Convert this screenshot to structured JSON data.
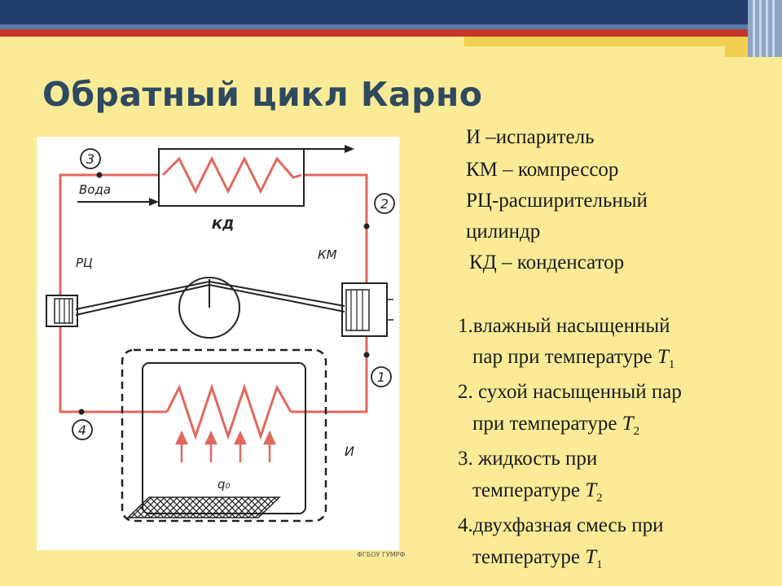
{
  "title": "Обратный цикл Карно",
  "legend": [
    "И –испаритель",
    "КМ – компрессор",
    "РЦ-расширительный",
    "цилиндр",
    "КД – конденсатор"
  ],
  "states": [
    {
      "num": "1.",
      "l1": "влажный насыщенный",
      "l2": "пар при температуре ",
      "t": "T",
      "sub": "1"
    },
    {
      "num": "2. ",
      "l1": "сухой насыщенный пар",
      "l2": "при температуре ",
      "t": "T",
      "sub": "2"
    },
    {
      "num": "3. ",
      "l1": "жидкость при",
      "l2": "температуре ",
      "t": "T",
      "sub": "2"
    },
    {
      "num": "4.",
      "l1": "двухфазная смесь при",
      "l2": "температуре ",
      "t": "T",
      "sub": "1"
    }
  ],
  "diagram": {
    "label_condenser": "КД",
    "label_compressor": "КМ",
    "label_expander": "РЦ",
    "label_evaporator": "И",
    "label_water": "Вода",
    "label_heat": "q₀",
    "point_1": "1",
    "point_2": "2",
    "point_3": "3",
    "point_4": "4"
  },
  "footer": "ФГБОУ ГУМРФ",
  "colors": {
    "pipe": "#e0685e",
    "background": "#fbeb97",
    "title": "#2e4a60",
    "top_band": "#223c6e",
    "red_band": "#c1392b"
  }
}
